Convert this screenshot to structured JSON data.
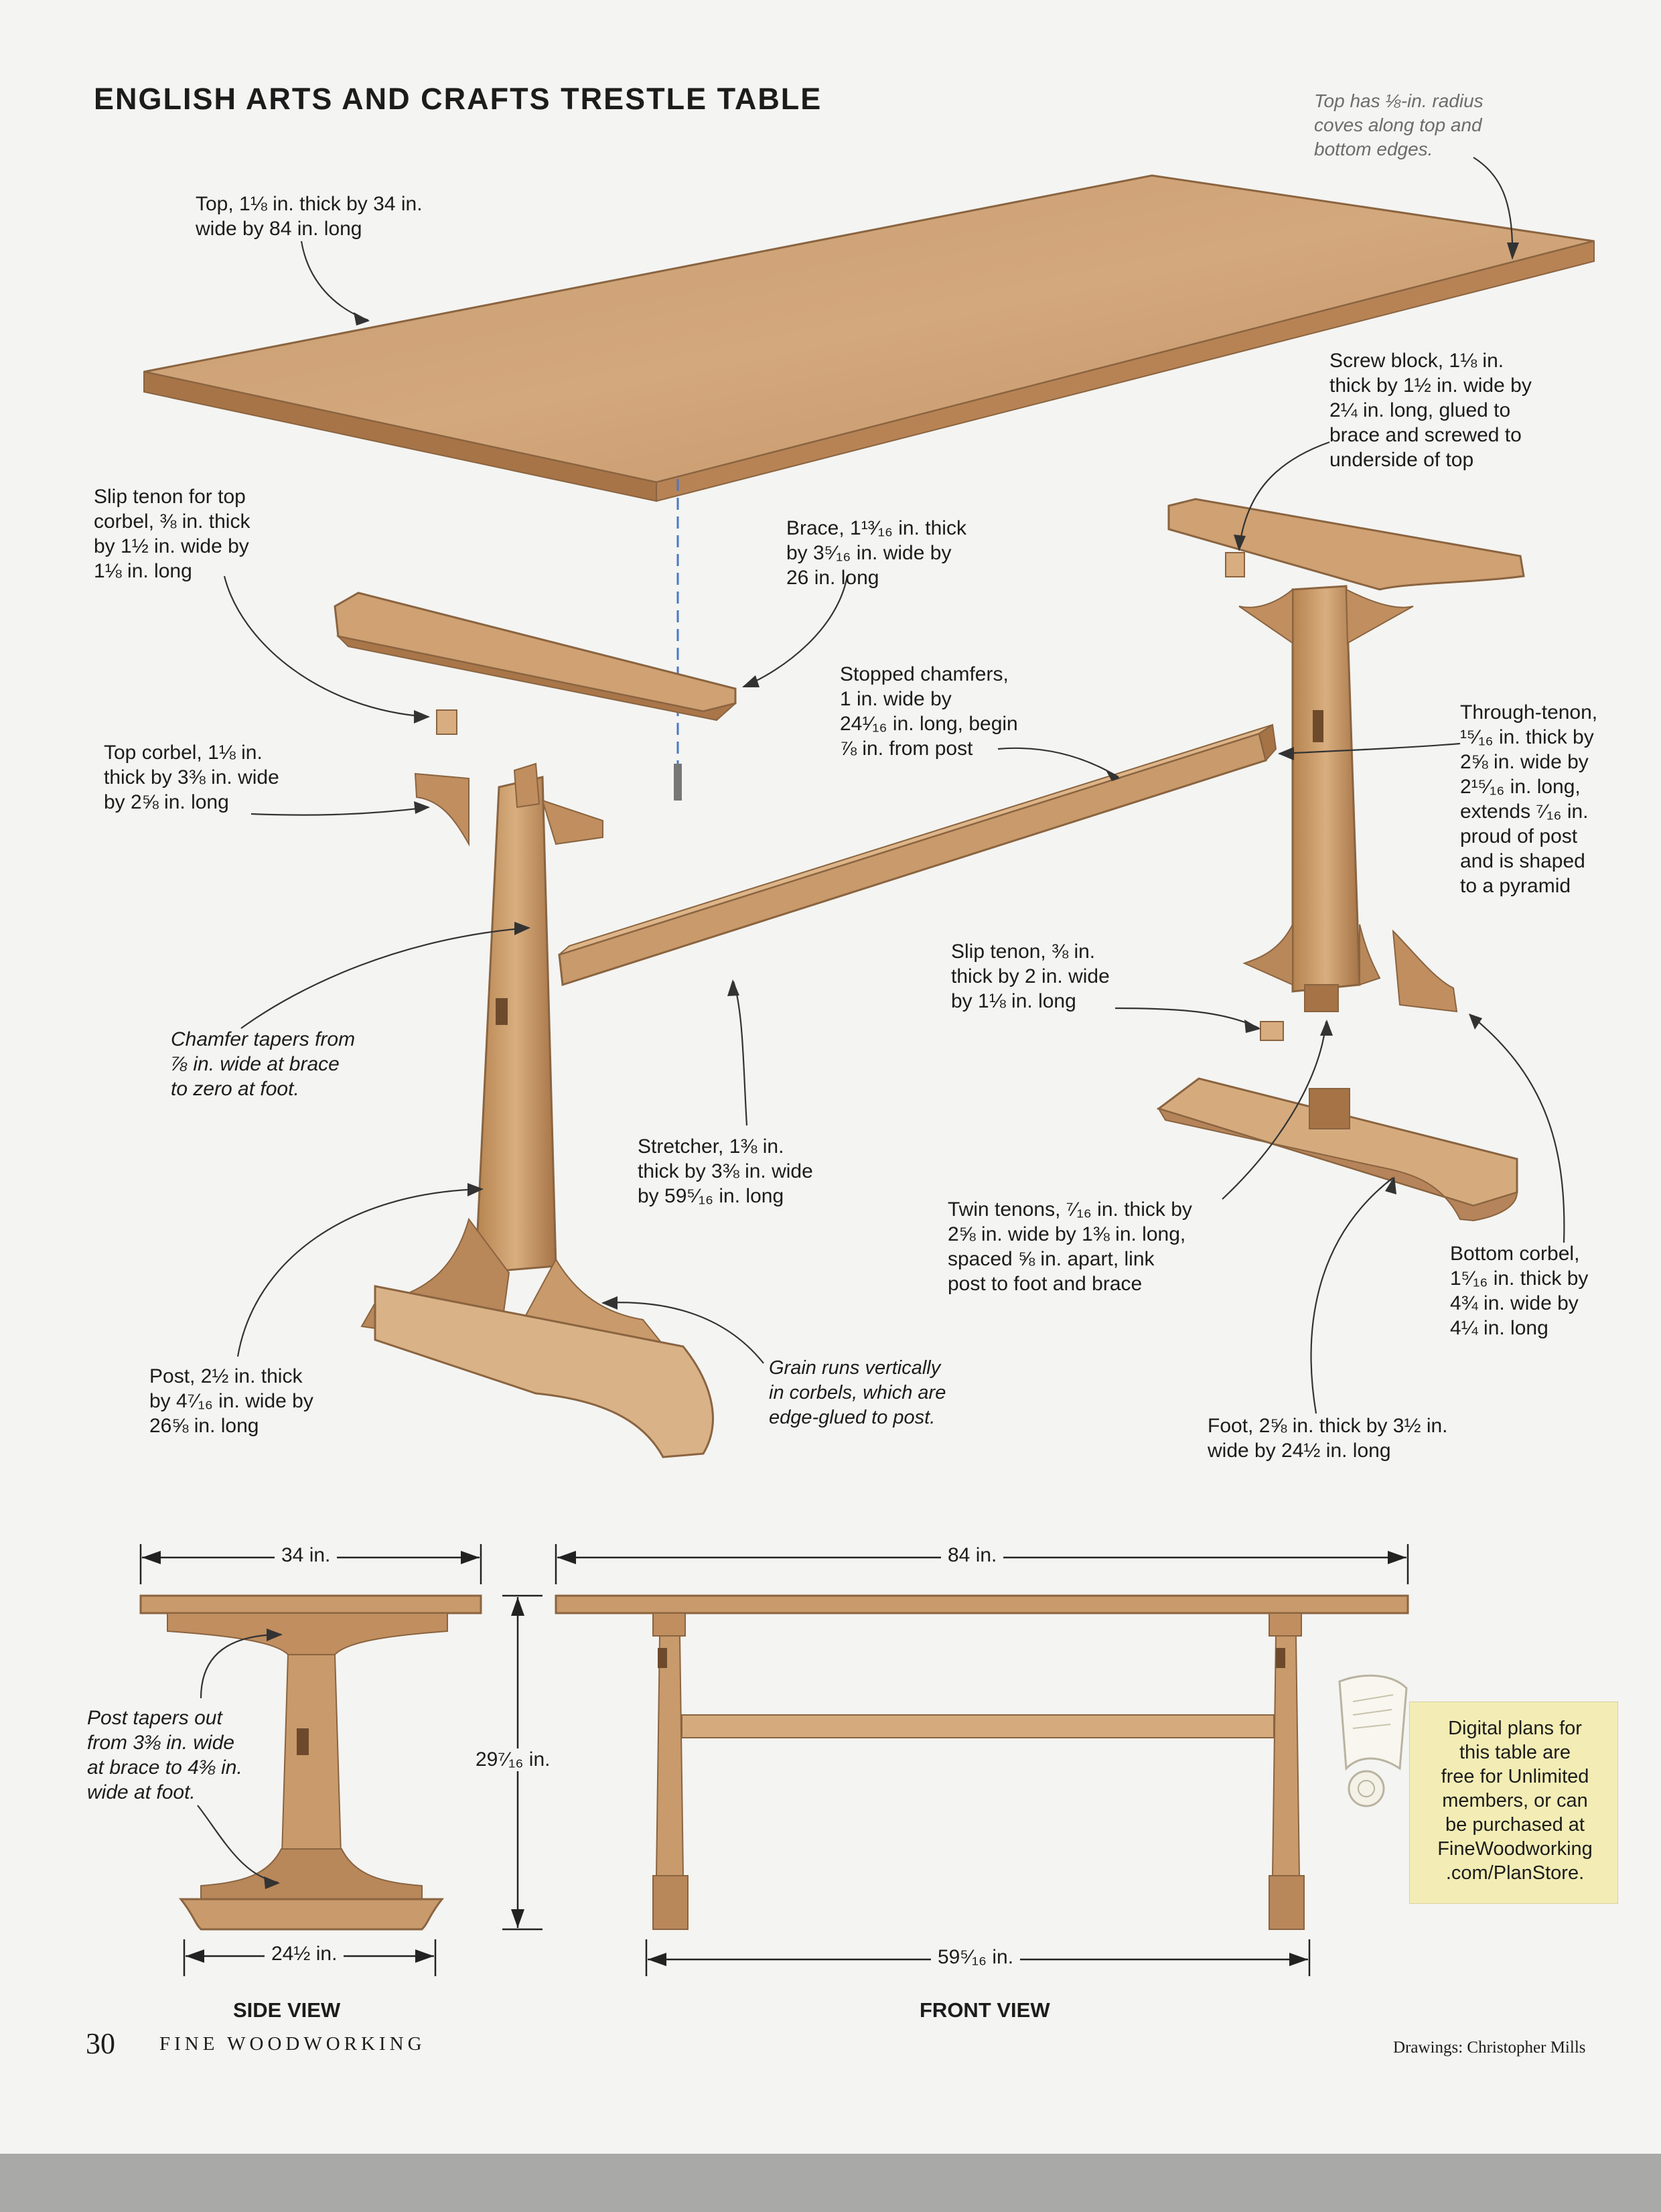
{
  "title": "ENGLISH ARTS AND CRAFTS TRESTLE TABLE",
  "callouts": {
    "top": [
      "Top, 1⅛ in. thick by 34 in.",
      "wide by 84 in. long"
    ],
    "top_radius": [
      "Top has ⅛-in. radius",
      "coves along top and",
      "bottom edges."
    ],
    "screw_block": [
      "Screw block, 1⅛ in.",
      "thick by 1½ in. wide by",
      "2¼ in. long, glued to",
      "brace and screwed to",
      "underside of top"
    ],
    "slip_tenon_top": [
      "Slip tenon for top",
      "corbel, ⅜ in. thick",
      "by 1½ in. wide by",
      "1⅛ in. long"
    ],
    "brace": [
      "Brace, 1¹³⁄₁₆ in. thick",
      "by 3⁵⁄₁₆ in. wide by",
      "26 in. long"
    ],
    "stopped_chamfers": [
      "Stopped chamfers,",
      "1 in. wide by",
      "24¹⁄₁₆ in. long, begin",
      "⅞ in. from post"
    ],
    "through_tenon": [
      "Through-tenon,",
      "¹⁵⁄₁₆ in. thick by",
      "2⅝ in. wide by",
      "2¹⁵⁄₁₆ in. long,",
      "extends ⁷⁄₁₆ in.",
      "proud of post",
      "and is shaped",
      "to a pyramid"
    ],
    "top_corbel": [
      "Top corbel, 1⅛ in.",
      "thick by 3⅜ in. wide",
      "by 2⅝ in. long"
    ],
    "slip_tenon": [
      "Slip tenon, ⅜ in.",
      "thick by 2 in. wide",
      "by 1⅛ in. long"
    ],
    "chamfer_tapers": [
      "Chamfer tapers from",
      "⅞ in. wide at brace",
      "to zero at foot."
    ],
    "stretcher": [
      "Stretcher, 1⅜ in.",
      "thick by 3⅜ in. wide",
      "by 59⁵⁄₁₆ in. long"
    ],
    "twin_tenons": [
      "Twin tenons, ⁷⁄₁₆ in. thick by",
      "2⅝ in. wide by 1⅜ in. long,",
      "spaced ⅝ in. apart, link",
      "post to foot and brace"
    ],
    "bottom_corbel": [
      "Bottom corbel,",
      "1⁵⁄₁₆ in. thick by",
      "4¾ in. wide by",
      "4¼ in. long"
    ],
    "post": [
      "Post, 2½ in. thick",
      "by 4⁷⁄₁₆ in. wide by",
      "26⅝ in. long"
    ],
    "grain": [
      "Grain runs vertically",
      "in corbels, which are",
      "edge-glued to post."
    ],
    "foot": [
      "Foot, 2⅝ in. thick by 3½ in.",
      "wide by 24½ in. long"
    ],
    "post_tapers": [
      "Post tapers out",
      "from 3⅜ in. wide",
      "at brace to 4⅜ in.",
      "wide at foot."
    ]
  },
  "dimensions": {
    "side_width": "34 in.",
    "height": "29⁷⁄₁₆ in.",
    "foot_length": "24½ in.",
    "length": "84 in.",
    "stretcher_length": "59⁵⁄₁₆ in."
  },
  "views": {
    "side": "SIDE VIEW",
    "front": "FRONT VIEW"
  },
  "plans_note": [
    "Digital plans for",
    "this table are",
    "free for Unlimited",
    "members, or can",
    "be purchased at",
    "FineWoodworking",
    ".com/PlanStore."
  ],
  "footer": {
    "page_number": "30",
    "magazine": "FINE WOODWORKING",
    "credit": "Drawings: Christopher Mills"
  },
  "colors": {
    "wood": "#c99a6b",
    "wood_dark": "#a8764b",
    "wood_light": "#e1bc92",
    "note_bg": "#f3edb5"
  }
}
